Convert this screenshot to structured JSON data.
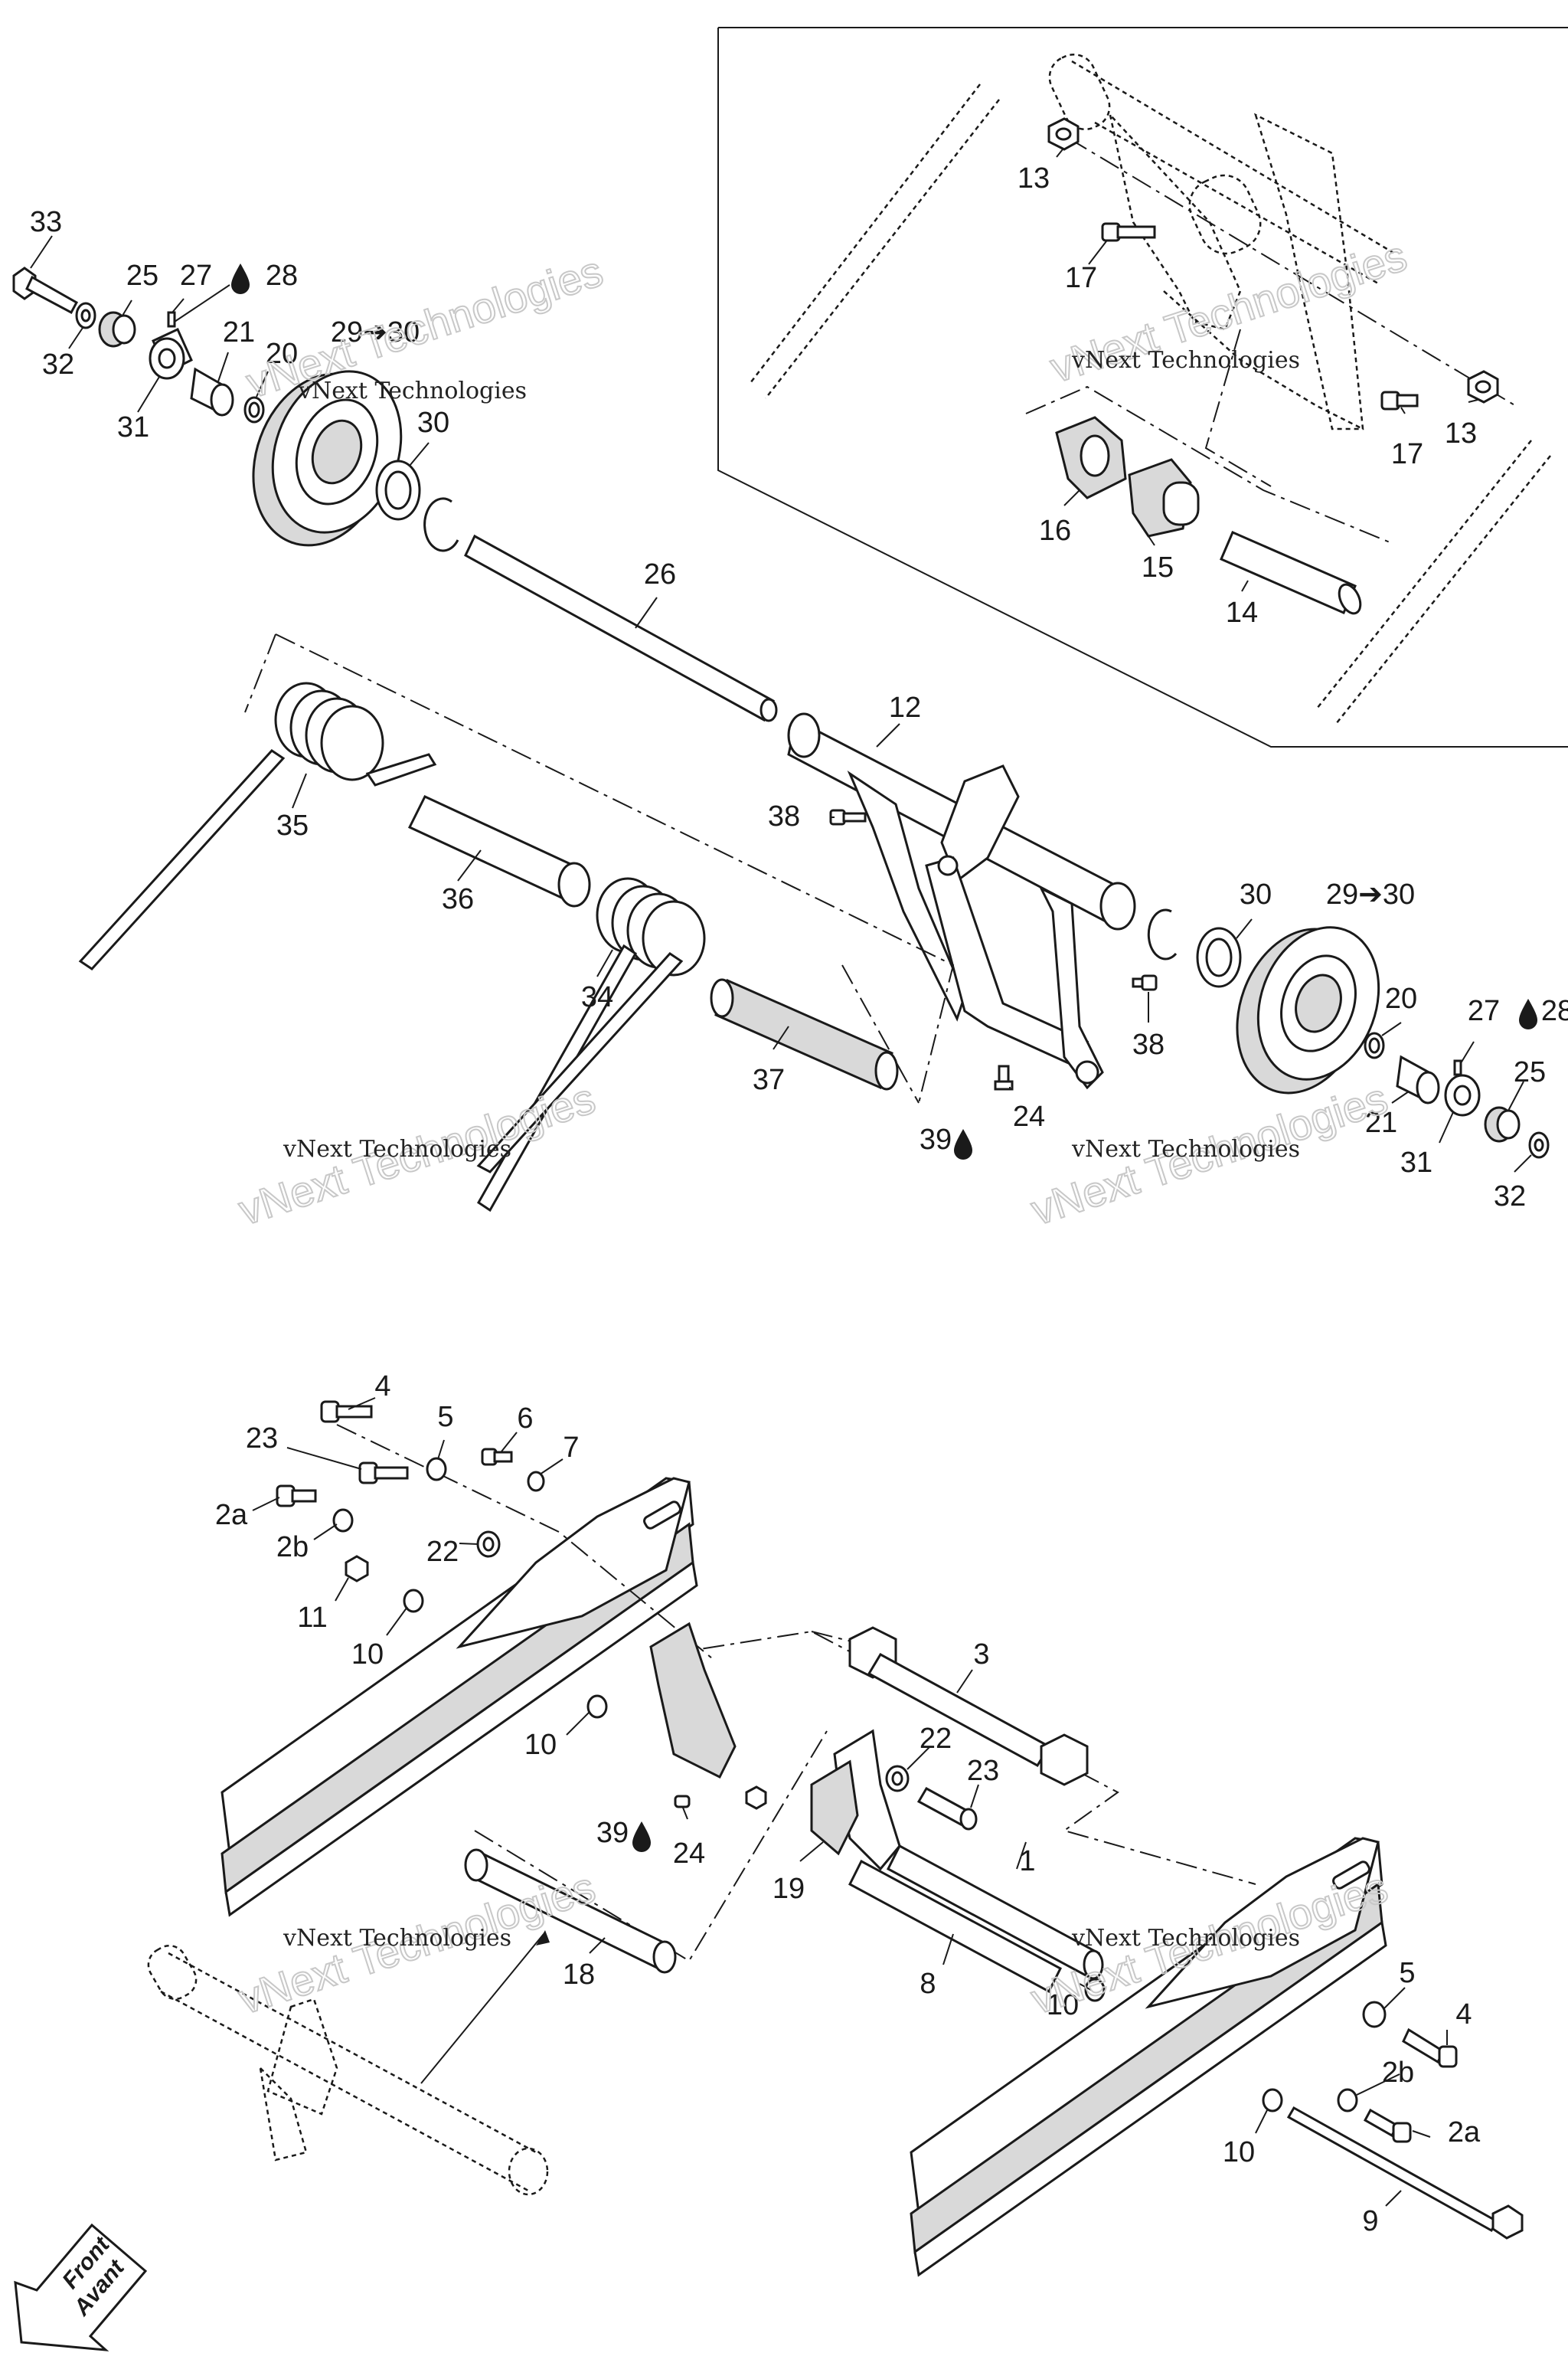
{
  "callouts": {
    "c33": "33",
    "c25a": "25",
    "c27a": "27",
    "c28a": "28",
    "c32a": "32",
    "c21a": "21",
    "c20a": "20",
    "c2930a": "29➔30",
    "c31a": "31",
    "c30a": "30",
    "c13a": "13",
    "c17a": "17",
    "c17b": "17",
    "c13b": "13",
    "c16": "16",
    "c15": "15",
    "c14": "14",
    "c26": "26",
    "c12": "12",
    "c38a": "38",
    "c35": "35",
    "c36": "36",
    "c34": "34",
    "c37": "37",
    "c30b": "30",
    "c2930b": "29➔30",
    "c38b": "38",
    "c20b": "20",
    "c27b": "27",
    "c28b": "28",
    "c25b": "25",
    "c21b": "21",
    "c31b": "31",
    "c32b": "32",
    "c39a": "39",
    "c24a": "24",
    "c4a": "4",
    "c5a": "5",
    "c6": "6",
    "c7": "7",
    "c23a": "23",
    "c2aA": "2a",
    "c2bA": "2b",
    "c22a": "22",
    "c11": "11",
    "c10a": "10",
    "c3": "3",
    "c10b": "10",
    "c22b": "22",
    "c23b": "23",
    "c39b": "39",
    "c24b": "24",
    "c1": "1",
    "c19": "19",
    "c18": "18",
    "c8": "8",
    "c5b": "5",
    "c4b": "4",
    "c10c": "10",
    "c2bB": "2b",
    "c2aB": "2a",
    "c10d": "10",
    "c9": "9"
  },
  "watermark": {
    "line1": "vNext Technologies",
    "line2": "vNext Technologies"
  },
  "front_arrow": {
    "line1": "Front",
    "line2": "Avant"
  },
  "icons": {
    "drop": "oil-drop-icon",
    "arrow": "right-arrow-icon"
  }
}
